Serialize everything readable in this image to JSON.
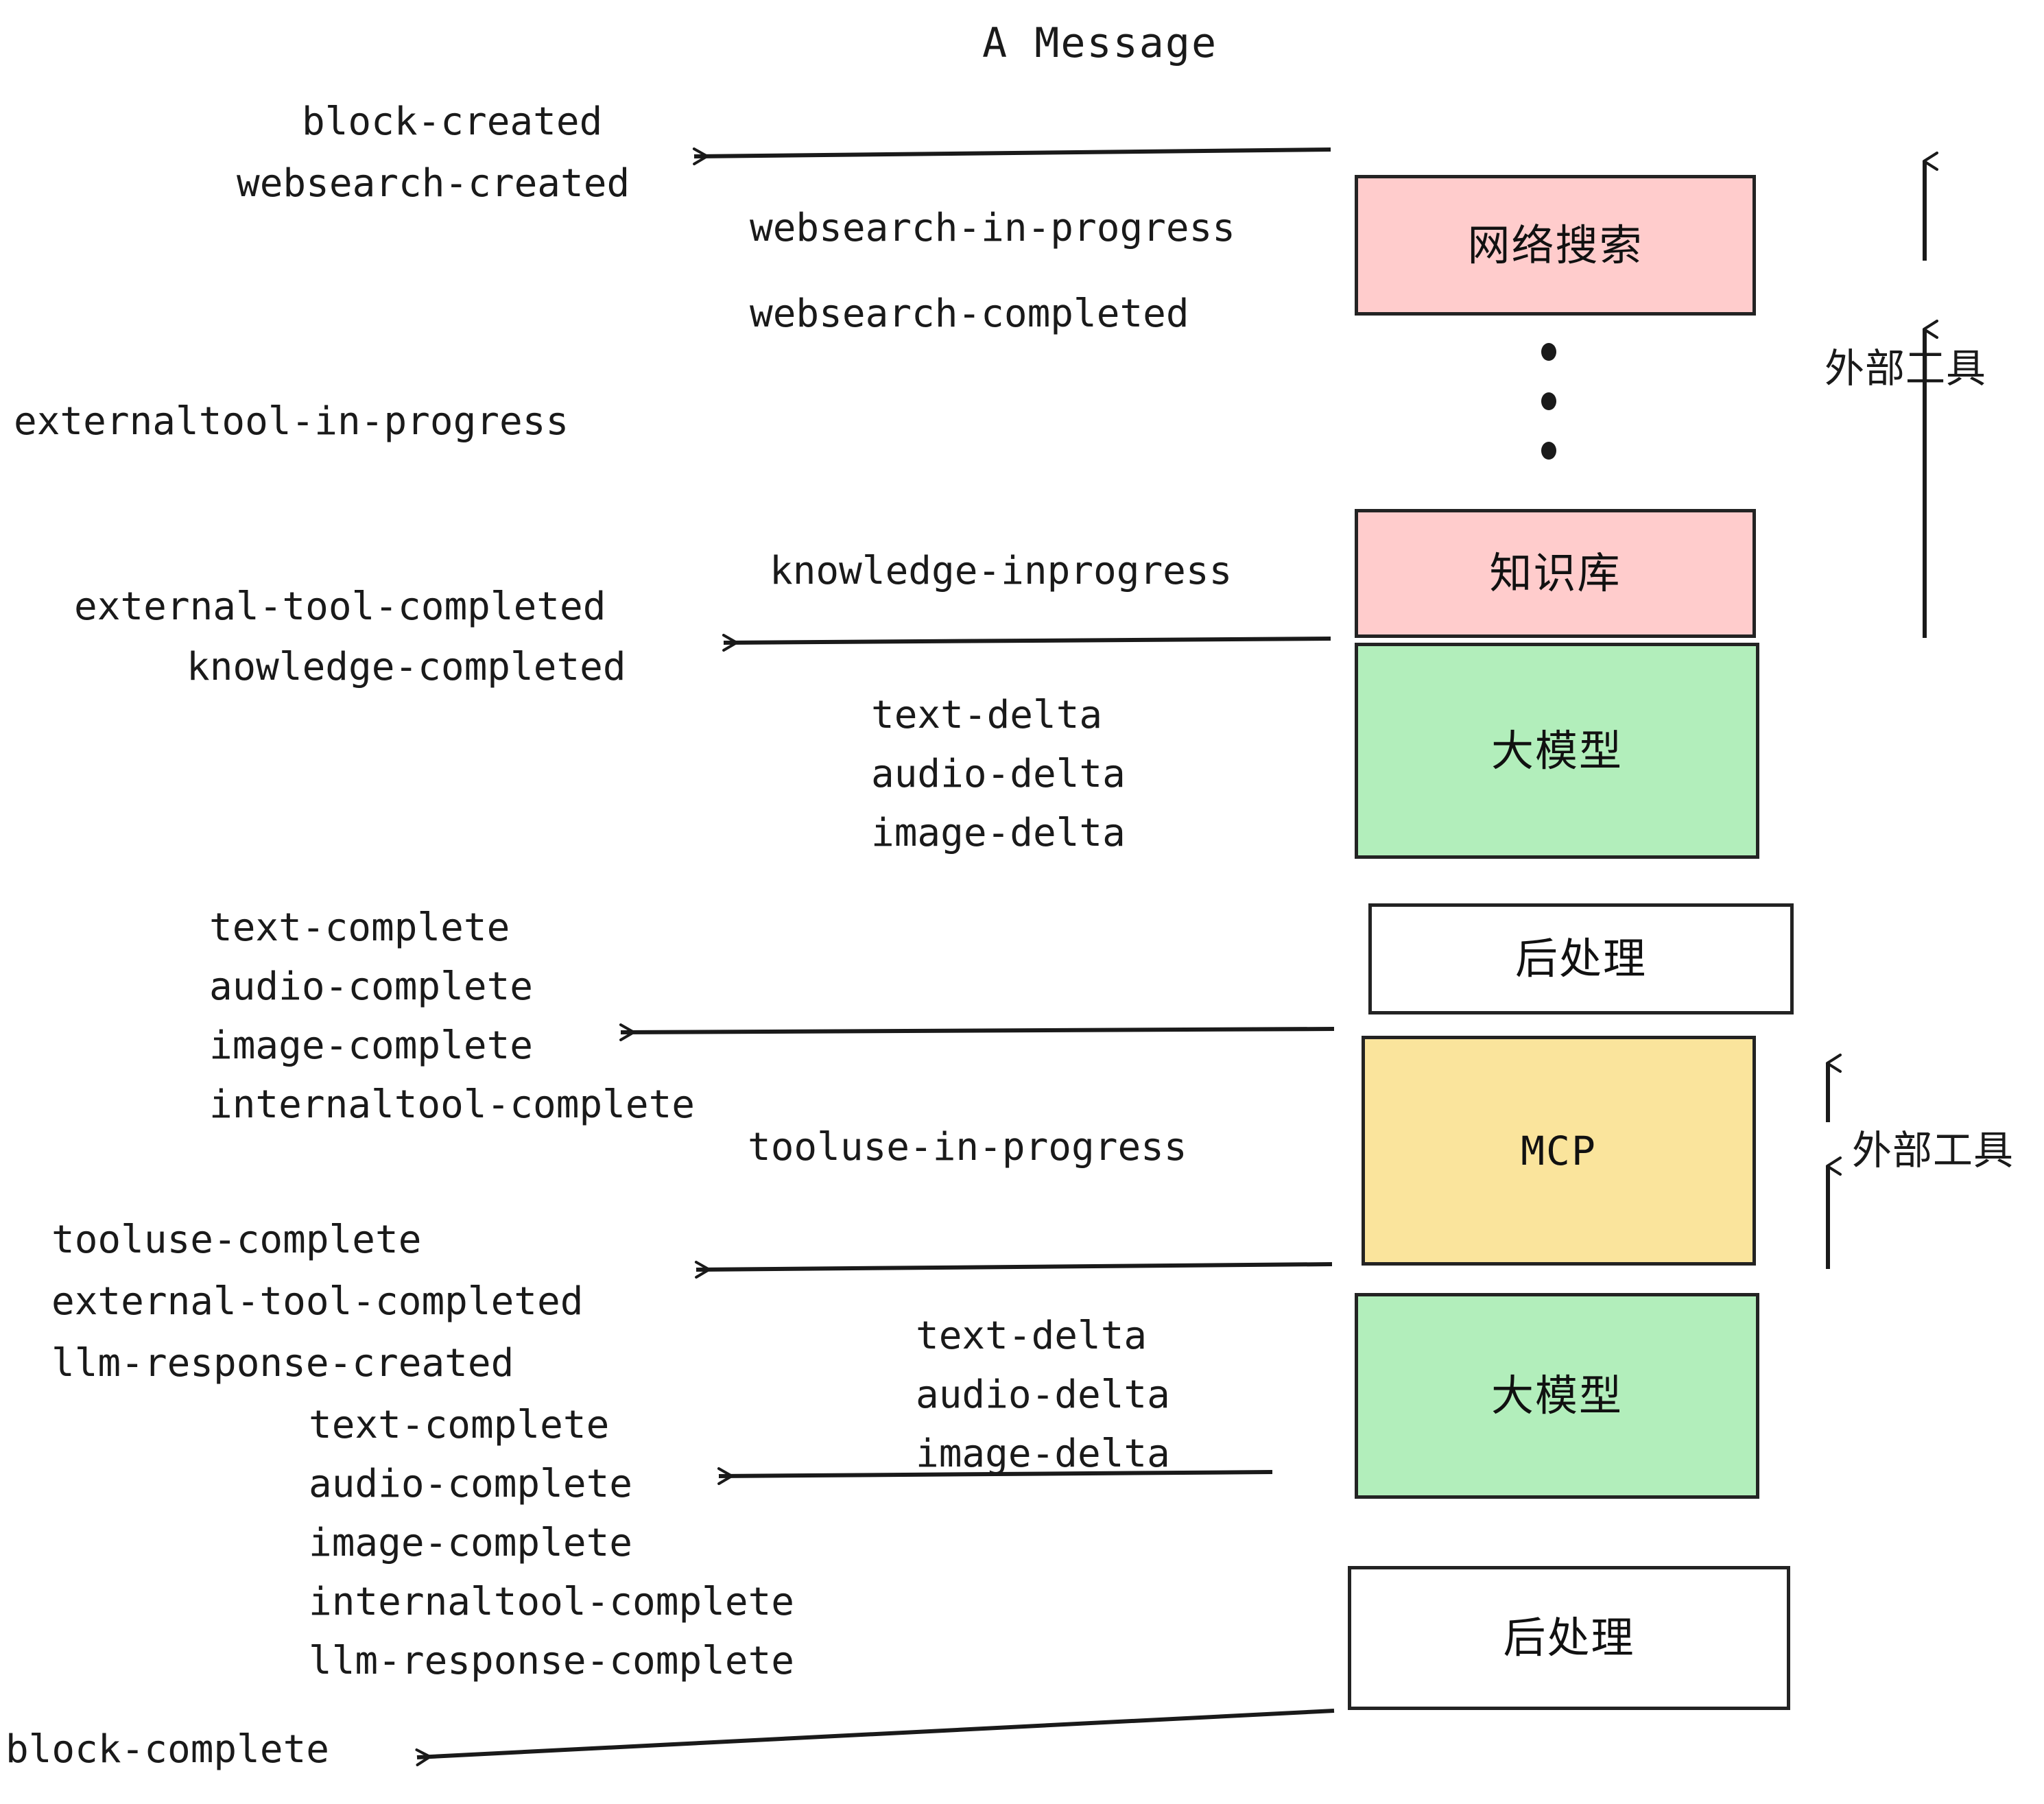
{
  "title": "A Message",
  "boxes": [
    {
      "label": "网络搜索",
      "color": "#FFCCCC"
    },
    {
      "label": "知识库",
      "color": "#FFCCCC"
    },
    {
      "label": "大模型",
      "color": "#B2EEBB"
    },
    {
      "label": "后处理",
      "color": "#FFFFFF"
    },
    {
      "label": "MCP",
      "color": "#FAE49C"
    },
    {
      "label": "大模型",
      "color": "#B2EEBB"
    },
    {
      "label": "后处理",
      "color": "#FFFFFF"
    }
  ],
  "side_labels": {
    "external_tool_top": "外部工具",
    "external_tool_bottom": "外部工具"
  },
  "events": {
    "block_created": "block-created",
    "websearch_created": "websearch-created",
    "websearch_in_progress": "websearch-in-progress",
    "websearch_completed": "websearch-completed",
    "externaltool_in_progress": "externaltool-in-progress",
    "knowledge_inprogress": "knowledge-inprogress",
    "external_tool_completed_1": "external-tool-completed",
    "knowledge_completed": "knowledge-completed",
    "llm_delta_1": {
      "text_delta": "text-delta",
      "audio_delta": "audio-delta",
      "image_delta": "image-delta"
    },
    "post_1": {
      "text_complete": "text-complete",
      "audio_complete": "audio-complete",
      "image_complete": "image-complete",
      "internaltool_complete": "internaltool-complete"
    },
    "tooluse_in_progress": "tooluse-in-progress",
    "tooluse_complete": "tooluse-complete",
    "external_tool_completed_2": "external-tool-completed",
    "llm_response_created": "llm-response-created",
    "llm_delta_2": {
      "text_delta": "text-delta",
      "audio_delta": "audio-delta",
      "image_delta": "image-delta"
    },
    "post_2": {
      "text_complete": "text-complete",
      "audio_complete": "audio-complete",
      "image_complete": "image-complete",
      "internaltool_complete": "internaltool-complete",
      "llm_response_complete": "llm-response-complete"
    },
    "block_complete": "block-complete"
  },
  "colors": {
    "stroke": "#232323",
    "text": "#1a1a1a",
    "pink": "#FFCCCC",
    "green": "#B2EEBB",
    "yellow": "#FAE49C",
    "white": "#FFFFFF",
    "background": "#FFFFFF"
  }
}
